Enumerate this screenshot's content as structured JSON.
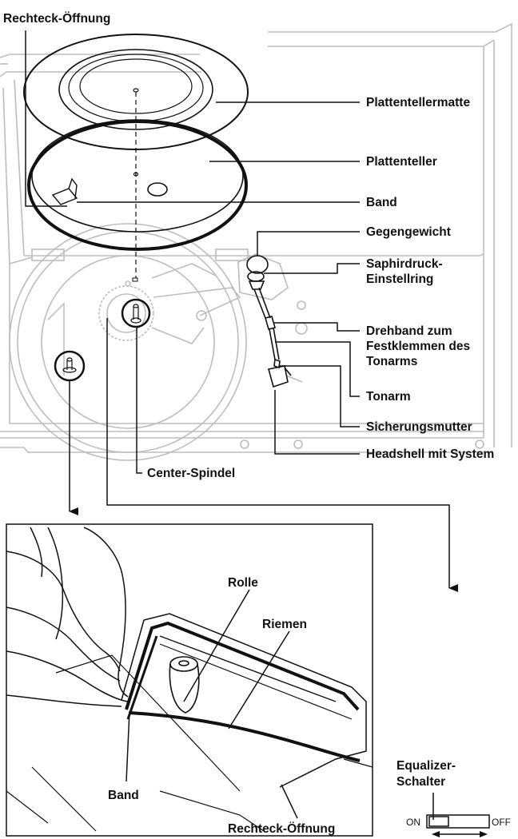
{
  "labels": {
    "rechteck_top": "Rechteck-Öffnung",
    "plattentellermatte": "Plattentellermatte",
    "plattenteller": "Plattenteller",
    "band_top": "Band",
    "gegengewicht": "Gegengewicht",
    "saphirdruck_1": "Saphirdruck-",
    "saphirdruck_2": "Einstellring",
    "drehband_1": "Drehband zum",
    "drehband_2": "Festklemmen des",
    "drehband_3": "Tonarms",
    "tonarm": "Tonarm",
    "sicherungsmutter": "Sicherungsmutter",
    "headshell": "Headshell mit System",
    "center_spindel": "Center-Spindel",
    "rolle": "Rolle",
    "riemen": "Riemen",
    "band_bottom": "Band",
    "rechteck_bottom": "Rechteck-Öffnung",
    "equalizer_1": "Equalizer-",
    "equalizer_2": "Schalter",
    "switch_on": "ON",
    "switch_off": "OFF"
  }
}
